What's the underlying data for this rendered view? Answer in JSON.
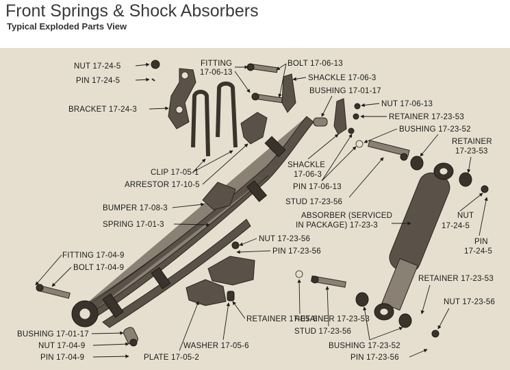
{
  "header": {
    "title": "Front Springs & Shock Absorbers",
    "subtitle": "Typical Exploded Parts View"
  },
  "colors": {
    "background": "#ffffff",
    "panel": "#e6dfcf",
    "parts": "#5a5248",
    "text": "#1a1a1a"
  },
  "labels": {
    "nut_top": "NUT 17-24-5",
    "pin_top": "PIN 17-24-5",
    "fitting_top_1": "FITTING",
    "fitting_top_2": "17-06-13",
    "bolt_top": "BOLT 17-06-13",
    "shackle_top": "SHACKLE 17-06-3",
    "bushing_top": "BUSHING 17-01-17",
    "nut_1706": "NUT 17-06-13",
    "retainer_2353a": "RETAINER 17-23-53",
    "bushing_2352a": "BUSHING 17-23-52",
    "retainer_r_1": "RETAINER",
    "retainer_r_2": "17-23-53",
    "bracket": "BRACKET 17-24-3",
    "clip": "CLIP 17-05-1",
    "arrestor": "ARRESTOR 17-10-5",
    "shackle_mid_1": "SHACKLE",
    "shackle_mid_2": "17-06-3",
    "pin_mid": "PIN 17-06-13",
    "stud_mid": "STUD 17-23-56",
    "absorber_1": "ABSORBER (SERVICED",
    "absorber_2": "IN PACKAGE) 17-23-3",
    "nut_r_1": "NUT",
    "nut_r_2": "17-24-5",
    "pin_r_1": "PIN",
    "pin_r_2": "17-24-5",
    "bumper": "BUMPER 17-08-3",
    "spring": "SPRING 17-01-3",
    "nut_2356": "NUT 17-23-56",
    "pin_2356": "PIN 17-23-56",
    "fitting_left": "FITTING 17-04-9",
    "bolt_left": "BOLT 17-04-9",
    "retainer_low": "RETAINER 17-23-53",
    "retainer_lower_right": "RETAINER 17-23-53",
    "nut_lower_right": "NUT 17-23-56",
    "bushing_bl": "BUSHING 17-01-17",
    "nut_bl": "NUT 17-04-9",
    "pin_bl": "PIN 17-04-9",
    "retainer_bottom": "RETAINER 17-05-6",
    "stud_bottom": "STUD 17-23-56",
    "washer": "WASHER 17-05-6",
    "plate": "PLATE 17-05-2",
    "bushing_bottom": "BUSHING 17-23-52",
    "pin_bottom": "PIN 17-23-56"
  }
}
